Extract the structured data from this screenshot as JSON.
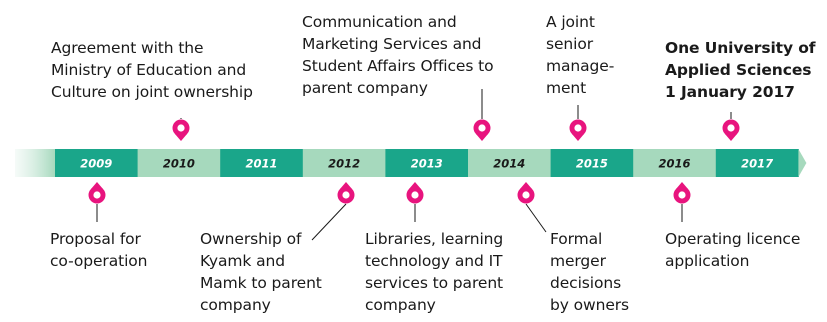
{
  "colors": {
    "accent": "#e8147e",
    "teal": "#1aa68a",
    "light": "#a6d9bd",
    "fade": "#cfeadd",
    "text_dark": "#1a1a1a",
    "text_light": "#ffffff"
  },
  "timeline": {
    "years": [
      {
        "label": "2009",
        "style": "teal"
      },
      {
        "label": "2010",
        "style": "light"
      },
      {
        "label": "2011",
        "style": "teal"
      },
      {
        "label": "2012",
        "style": "light"
      },
      {
        "label": "2013",
        "style": "teal"
      },
      {
        "label": "2014",
        "style": "light"
      },
      {
        "label": "2015",
        "style": "teal"
      },
      {
        "label": "2016",
        "style": "light"
      },
      {
        "label": "2017",
        "style": "teal"
      }
    ]
  },
  "events": {
    "above": [
      {
        "text": "Agreement with the\nMinistry of Education and\nCulture on joint ownership",
        "bold": false,
        "pin_icon": "map-pin-icon"
      },
      {
        "text": "Communication and\nMarketing Services and\nStudent Affairs Offices to\nparent company",
        "bold": false,
        "pin_icon": "map-pin-icon"
      },
      {
        "text": "A joint\nsenior\nmanage-\nment",
        "bold": false,
        "pin_icon": "map-pin-icon"
      },
      {
        "text": "One University of\nApplied Sciences\n1 January 2017",
        "bold": true,
        "pin_icon": "map-pin-icon"
      }
    ],
    "below": [
      {
        "text": "Proposal for\nco-operation",
        "bold": false,
        "pin_icon": "map-pin-icon"
      },
      {
        "text": "Ownership of\nKyamk and\nMamk to parent\ncompany",
        "bold": false,
        "pin_icon": "map-pin-icon"
      },
      {
        "text": "Libraries, learning\ntechnology and IT\nservices to parent\ncompany",
        "bold": false,
        "pin_icon": "map-pin-icon"
      },
      {
        "text": "Formal\nmerger\ndecisions\nby owners",
        "bold": false,
        "pin_icon": "map-pin-icon"
      },
      {
        "text": "Operating licence\napplication",
        "bold": false,
        "pin_icon": "map-pin-icon"
      }
    ]
  }
}
